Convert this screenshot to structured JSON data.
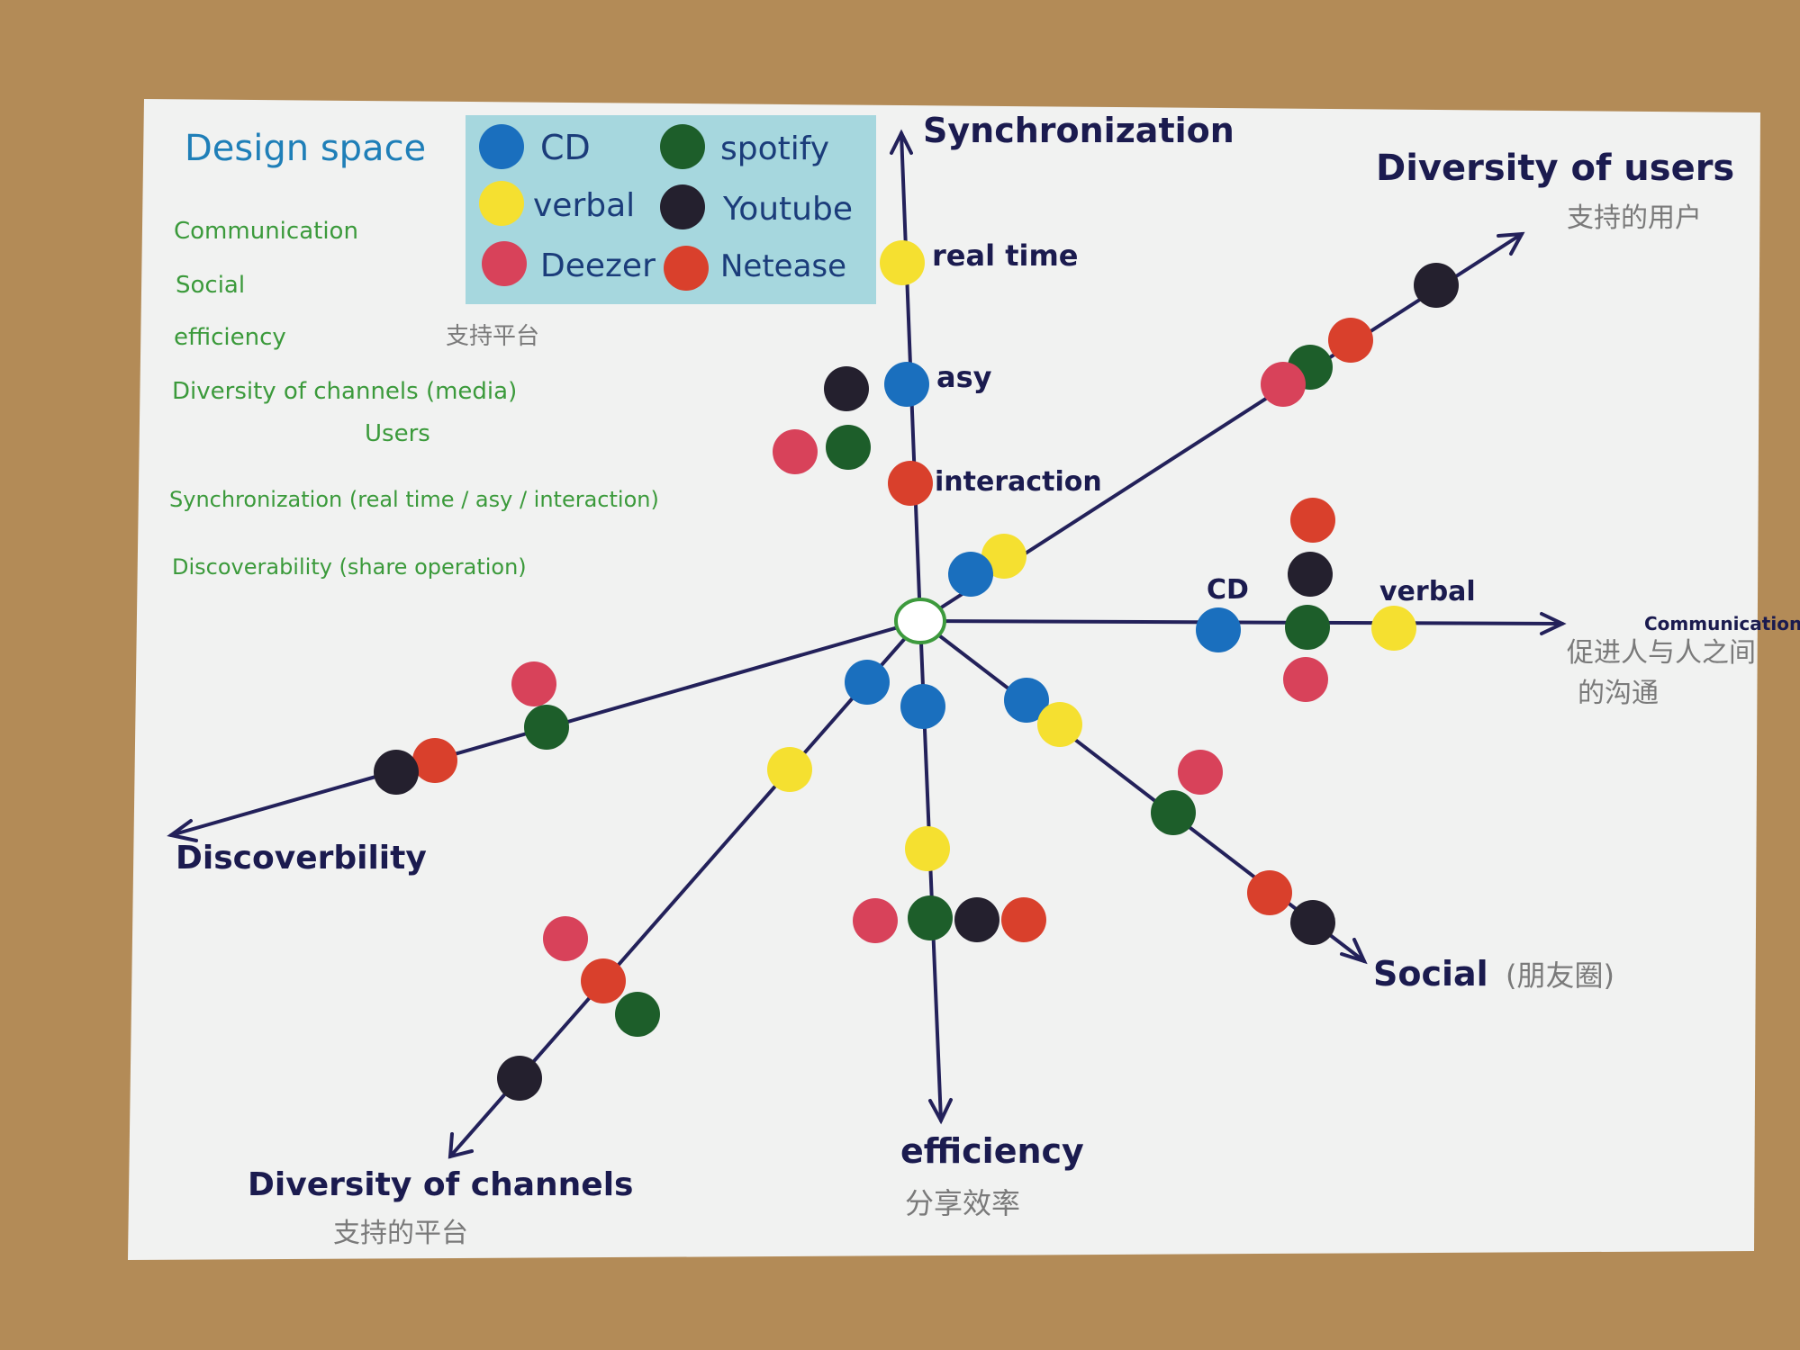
{
  "title": "Design space",
  "dimensions_list": [
    "Communication",
    "Social",
    "efficiency",
    "Diversity of channels (media)",
    "Users",
    "Synchronization (real time / asy / interaction)",
    "Discoverability (share operation)"
  ],
  "note_platforms": "支持平台",
  "legend": [
    {
      "label": "CD",
      "color": "#1a6fbe"
    },
    {
      "label": "spotify",
      "color": "#1d5e2a"
    },
    {
      "label": "verbal",
      "color": "#f5e030"
    },
    {
      "label": "Youtube",
      "color": "#24202e"
    },
    {
      "label": "Deezer",
      "color": "#d8425a"
    },
    {
      "label": "Netease",
      "color": "#d9402c"
    }
  ],
  "axes": {
    "synchronization": {
      "label": "Synchronization",
      "levels": [
        "real time",
        "asy",
        "interaction"
      ]
    },
    "users": {
      "label": "Diversity of users",
      "sub": "支持的用户"
    },
    "communication": {
      "label": "Communication",
      "sub1": "促进人与人之间",
      "sub2": "的沟通",
      "levels": [
        "CD",
        "verbal"
      ]
    },
    "social": {
      "label": "Social",
      "sub": "(朋友圈)"
    },
    "efficiency": {
      "label": "efficiency",
      "sub": "分享效率"
    },
    "channels": {
      "label": "Diversity of channels",
      "sub": "支持的平台"
    },
    "discover": {
      "label": "Discoverbility"
    }
  }
}
